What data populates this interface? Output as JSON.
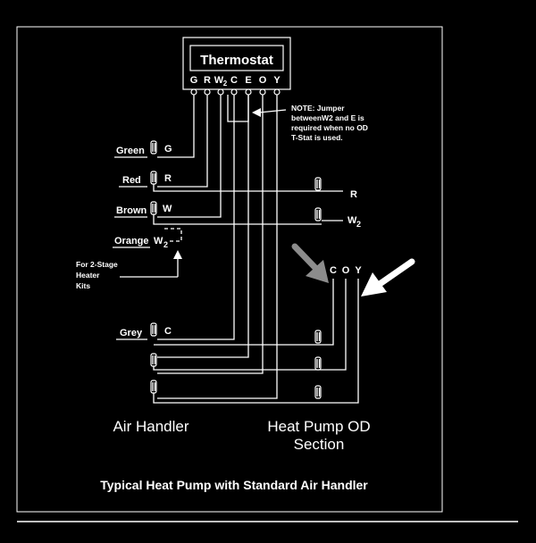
{
  "thermostat": {
    "title": "Thermostat",
    "terminals": [
      "G",
      "R",
      "W",
      "2",
      "C",
      "E",
      "O",
      "Y"
    ]
  },
  "note": {
    "lines": [
      "NOTE:  Jumper",
      "betweenW2 and E is",
      "required when no OD",
      "T-Stat is used."
    ]
  },
  "wires": {
    "green": "Green",
    "green_term": "G",
    "red": "Red",
    "red_term": "R",
    "brown": "Brown",
    "brown_term": "W",
    "orange": "Orange",
    "orange_term": "W",
    "orange_sub": "2",
    "grey": "Grey",
    "grey_term": "C"
  },
  "heater_note": [
    "For 2-Stage",
    "Heater",
    "Kits"
  ],
  "outdoor": {
    "r_label": "R",
    "w2_label": "W",
    "w2_sub": "2",
    "coy": [
      "C",
      "O",
      "Y"
    ]
  },
  "labels": {
    "air_handler": "Air Handler",
    "heat_pump_1": "Heat Pump OD",
    "heat_pump_2": "Section",
    "caption": "Typical Heat Pump with Standard Air Handler"
  },
  "colors": {
    "background": "#000000",
    "lines": "#ffffff",
    "arrow_gray": "#8c8c8c"
  }
}
